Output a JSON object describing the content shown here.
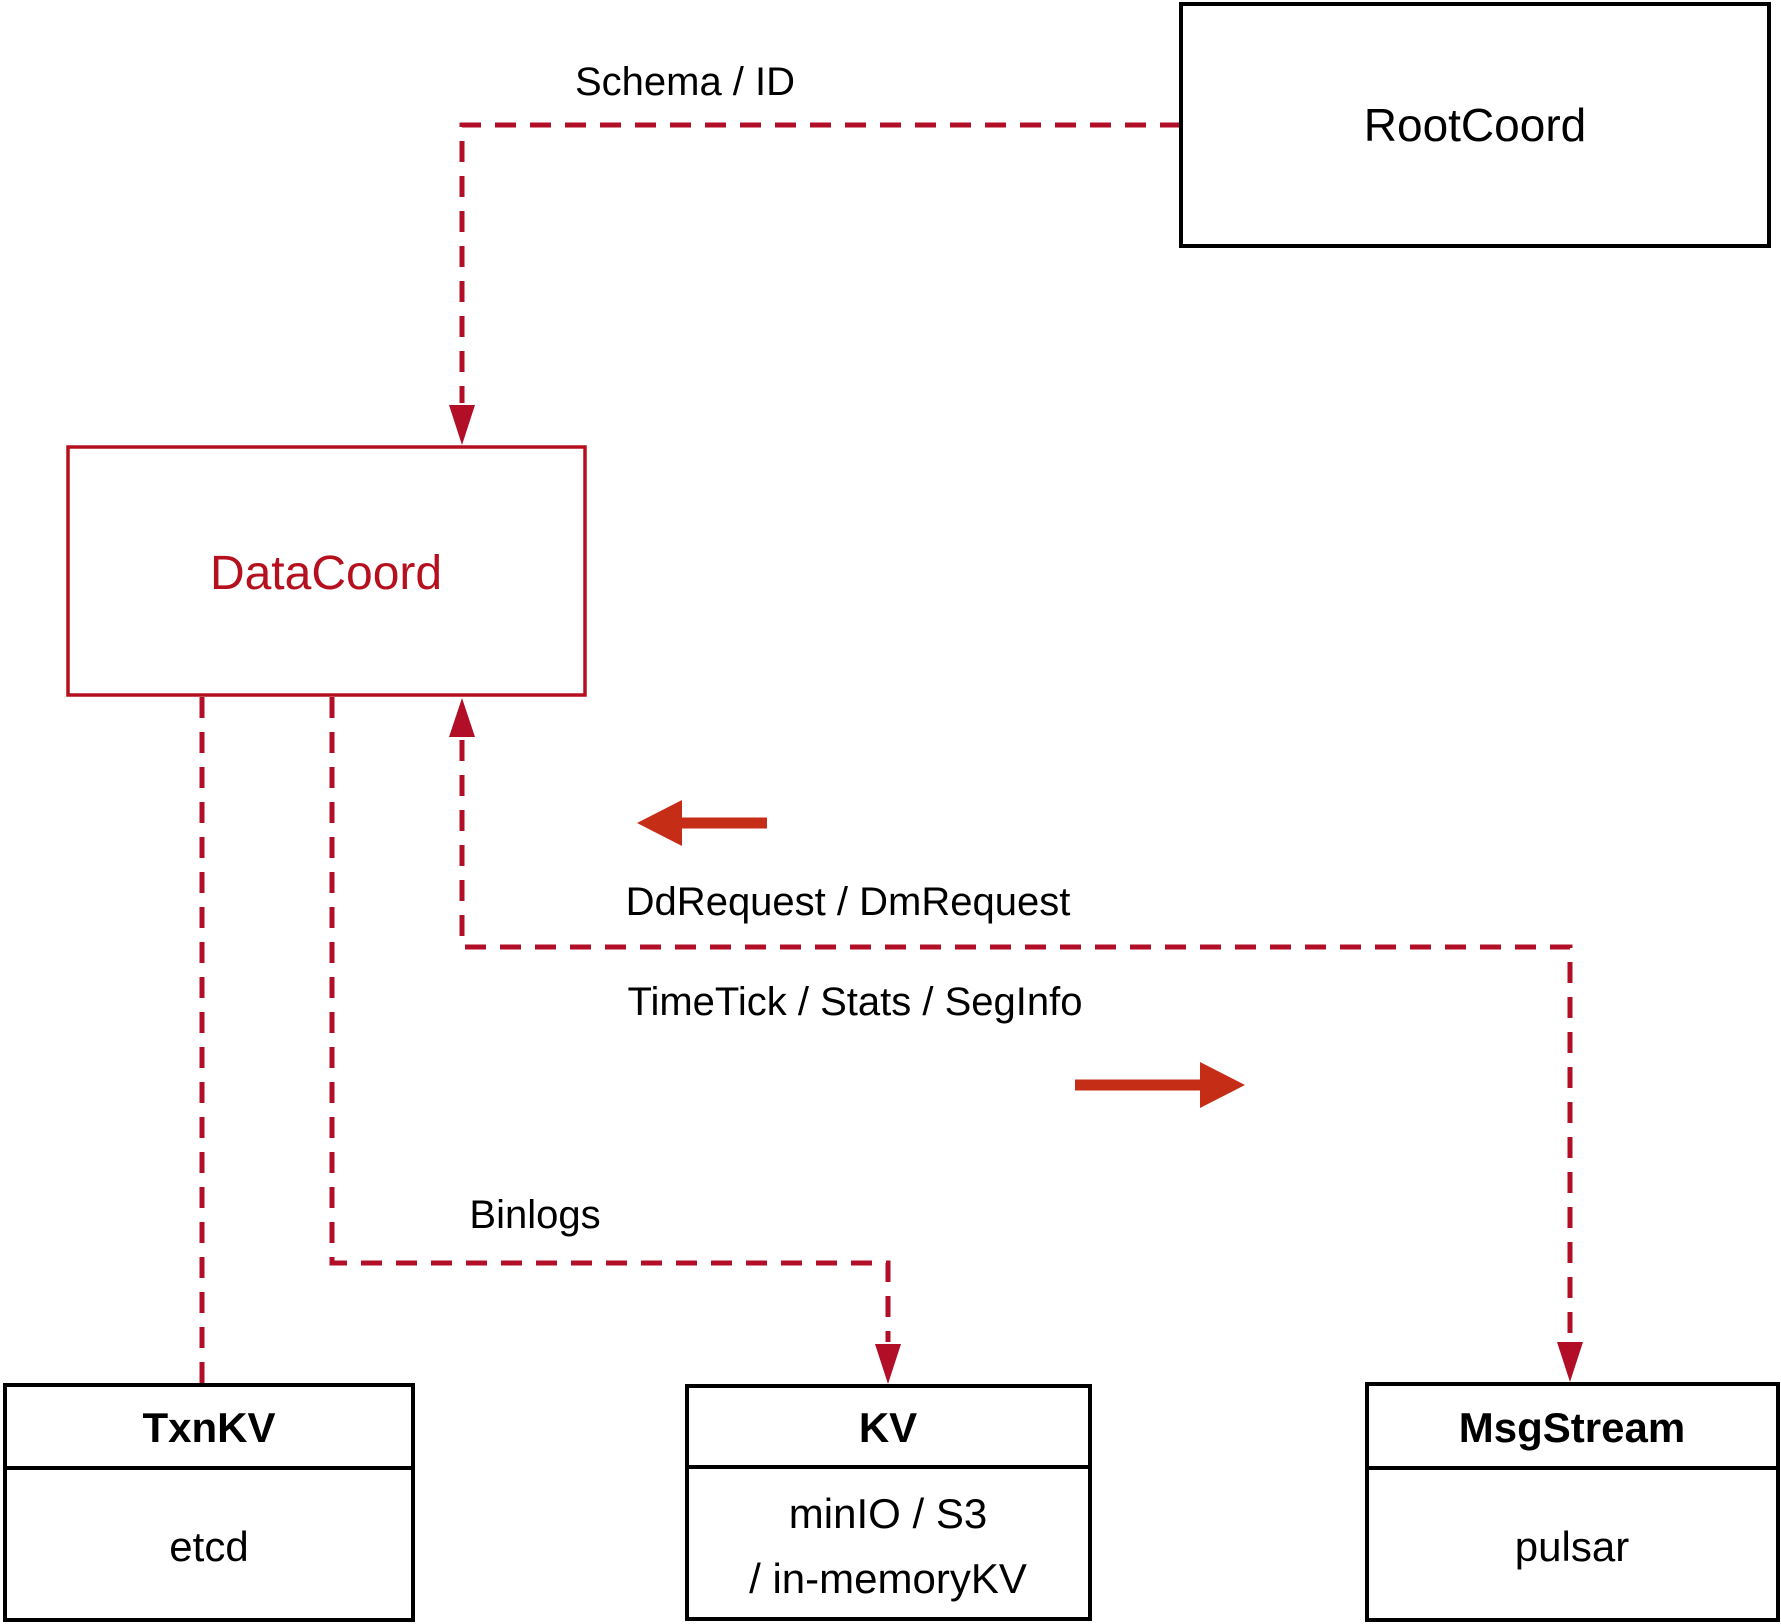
{
  "diagram": {
    "colors": {
      "dashed_line": "#b30e27",
      "datacoord_accent": "#b6101f",
      "solid_arrow": "#c62d16",
      "box_border": "#000000",
      "background": "#ffffff"
    },
    "nodes": {
      "rootcoord": {
        "label": "RootCoord"
      },
      "datacoord": {
        "label": "DataCoord"
      },
      "txnkv": {
        "title": "TxnKV",
        "body": "etcd"
      },
      "kv": {
        "title": "KV",
        "body_line1": "minIO / S3",
        "body_line2": "/ in-memoryKV"
      },
      "msgstream": {
        "title": "MsgStream",
        "body": "pulsar"
      }
    },
    "edges": {
      "schema_id": {
        "label": "Schema / ID"
      },
      "dd_dm_request": {
        "label": "DdRequest / DmRequest"
      },
      "timetick_stats_seginfo": {
        "label": "TimeTick / Stats / SegInfo"
      },
      "binlogs": {
        "label": "Binlogs"
      }
    }
  }
}
